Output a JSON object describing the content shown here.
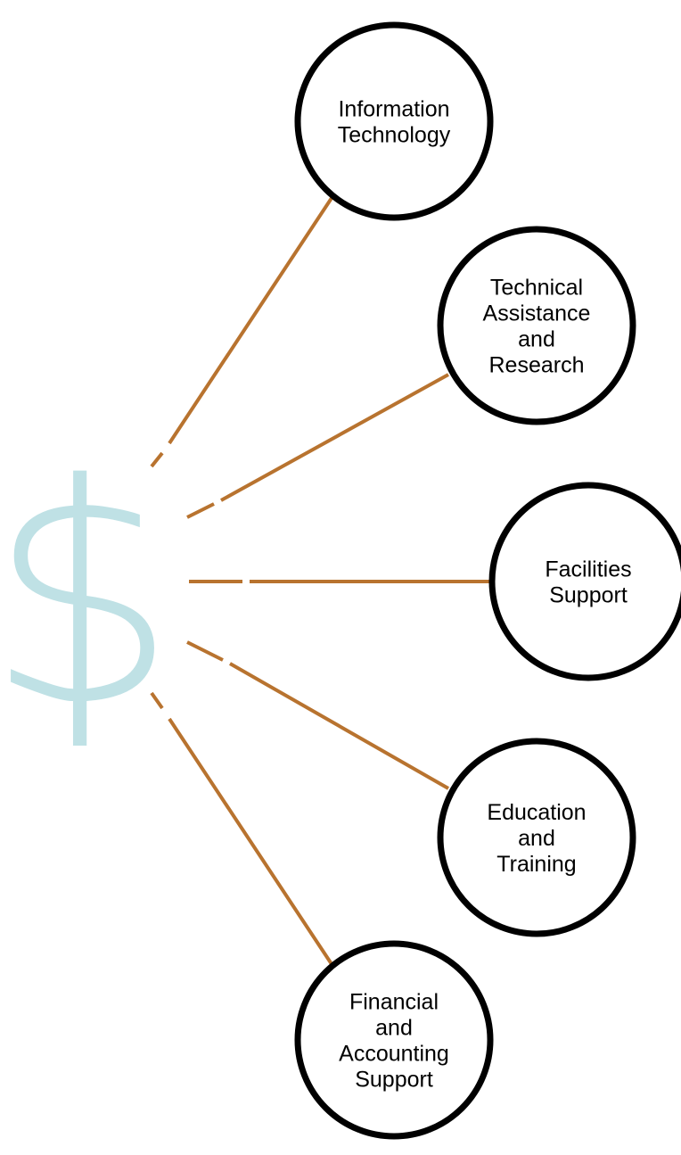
{
  "symbol": "$",
  "colors": {
    "symbol": "#bfe1e5",
    "connector": "#b8732f",
    "node_border": "#000000",
    "node_fill": "#ffffff",
    "background": "#ffffff"
  },
  "nodes": [
    {
      "id": "information-technology",
      "lines": [
        "Information",
        "Technology"
      ]
    },
    {
      "id": "technical-assistance-and-research",
      "lines": [
        "Technical",
        "Assistance",
        "and",
        "Research"
      ]
    },
    {
      "id": "facilities-support",
      "lines": [
        "Facilities",
        "Support"
      ]
    },
    {
      "id": "education-and-training",
      "lines": [
        "Education",
        "and",
        "Training"
      ]
    },
    {
      "id": "financial-and-accounting-support",
      "lines": [
        "Financial",
        "and",
        "Accounting",
        "Support"
      ]
    }
  ]
}
